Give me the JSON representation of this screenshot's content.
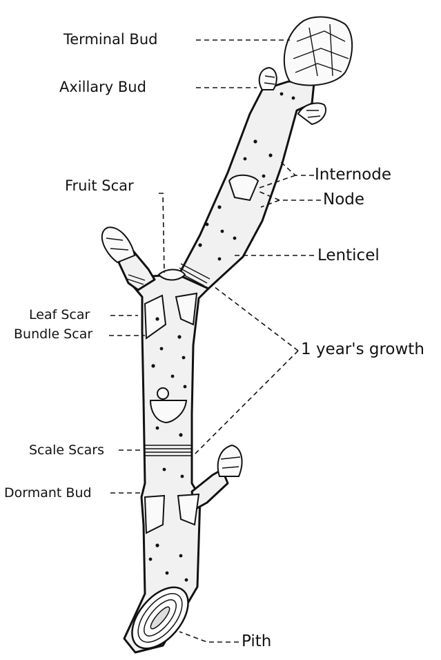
{
  "labels": {
    "terminal_bud": "Terminal Bud",
    "axillary_bud": "Axillary Bud",
    "internode": "Internode",
    "node": "Node",
    "fruit_scar": "Fruit Scar",
    "lenticel": "Lenticel",
    "leaf_scar": "Leaf Scar",
    "bundle_scar": "Bundle Scar",
    "one_years_growth": "1 year's growth",
    "scale_scars": "Scale Scars",
    "dormant_bud": "Dormant Bud",
    "pith": "Pith"
  },
  "colors": {
    "ink": "#111111",
    "paper": "#ffffff",
    "stipple": "#f1f1f1"
  }
}
